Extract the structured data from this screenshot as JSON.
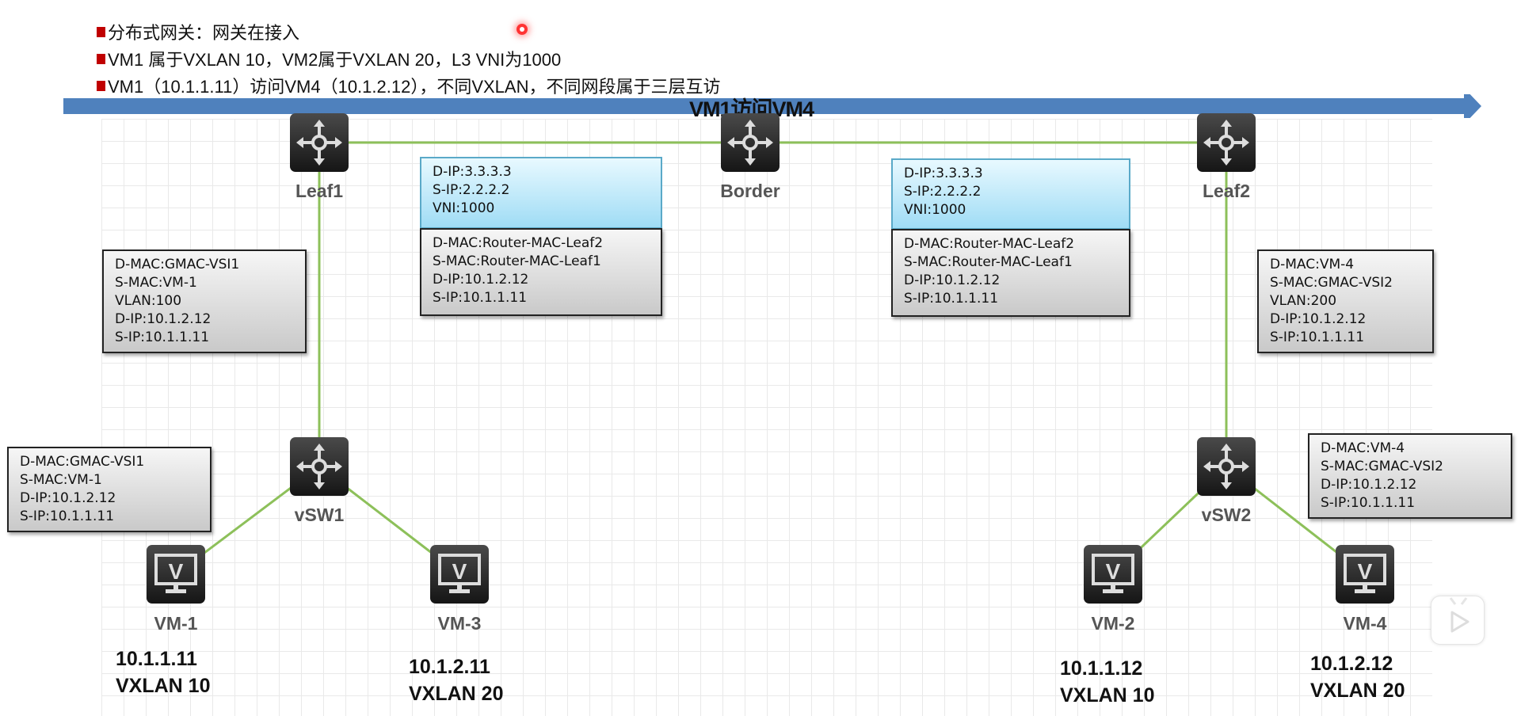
{
  "bullets": [
    "分布式网关：网关在接入",
    "VM1 属于VXLAN 10，VM2属于VXLAN 20，L3 VNI为1000",
    "VM1（10.1.1.11）访问VM4（10.1.2.12），不同VXLAN，不同网段属于三层互访"
  ],
  "arrow_label": "VM1访问VM4",
  "devices": {
    "leaf1": "Leaf1",
    "border": "Border",
    "leaf2": "Leaf2",
    "vsw1": "vSW1",
    "vsw2": "vSW2"
  },
  "vms": [
    {
      "name": "VM-1",
      "ip": "10.1.1.11",
      "vxlan": "VXLAN 10"
    },
    {
      "name": "VM-3",
      "ip": "10.1.2.11",
      "vxlan": "VXLAN 20"
    },
    {
      "name": "VM-2",
      "ip": "10.1.1.12",
      "vxlan": "VXLAN 10"
    },
    {
      "name": "VM-4",
      "ip": "10.1.2.12",
      "vxlan": "VXLAN 20"
    }
  ],
  "packets": {
    "vm1_to_vsw1": [
      "D-MAC:GMAC-VSI1",
      "S-MAC:VM-1",
      "D-IP:10.1.2.12",
      "S-IP:10.1.1.11"
    ],
    "vsw1_to_leaf1": [
      "D-MAC:GMAC-VSI1",
      "S-MAC:VM-1",
      "VLAN:100",
      "D-IP:10.1.2.12",
      "S-IP:10.1.1.11"
    ],
    "leaf1_to_border_outer": [
      "D-IP:3.3.3.3",
      "S-IP:2.2.2.2",
      "VNI:1000"
    ],
    "leaf1_to_border_inner": [
      "D-MAC:Router-MAC-Leaf2",
      "S-MAC:Router-MAC-Leaf1",
      "D-IP:10.1.2.12",
      "S-IP:10.1.1.11"
    ],
    "border_to_leaf2_outer": [
      "D-IP:3.3.3.3",
      "S-IP:2.2.2.2",
      "VNI:1000"
    ],
    "border_to_leaf2_inner": [
      "D-MAC:Router-MAC-Leaf2",
      "S-MAC:Router-MAC-Leaf1",
      "D-IP:10.1.2.12",
      "S-IP:10.1.1.11"
    ],
    "leaf2_to_vsw2": [
      "D-MAC:VM-4",
      "S-MAC:GMAC-VSI2",
      "VLAN:200",
      "D-IP:10.1.2.12",
      "S-IP:10.1.1.11"
    ],
    "vsw2_to_vm4": [
      "D-MAC:VM-4",
      "S-MAC:GMAC-VSI2",
      "D-IP:10.1.2.12",
      "S-IP:10.1.1.11"
    ]
  },
  "colors": {
    "arrow": "#4f81bd",
    "link": "#8dc05a",
    "bullet": "#c00000",
    "encap": "#bfe9fb"
  }
}
